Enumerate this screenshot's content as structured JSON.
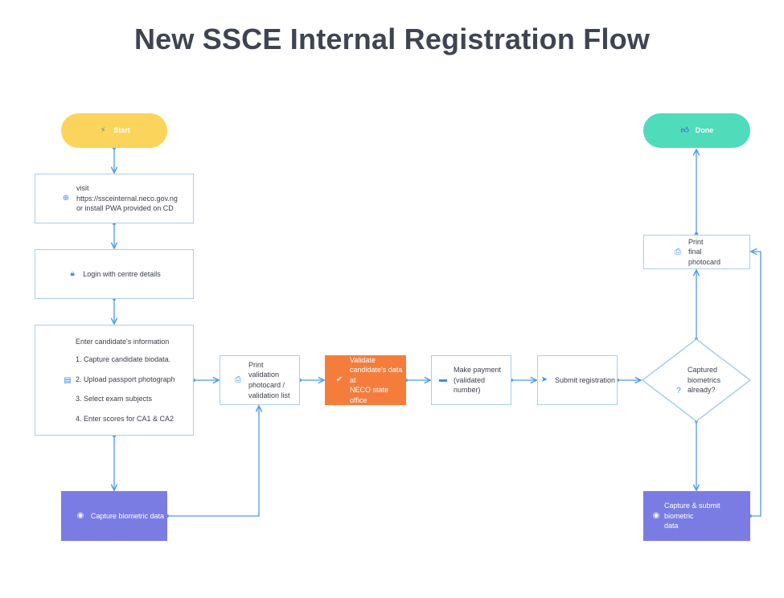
{
  "title": "New SSCE Internal Registration Flow",
  "colors": {
    "edge": "#4e9ae6",
    "box_border": "#a9cdea",
    "start": "#fbd45c",
    "done": "#4fdcbb",
    "biometric": "#7b7ce3",
    "validate": "#f57d3c"
  },
  "nodes": {
    "start": {
      "label": "Start",
      "icon": "bolt-icon"
    },
    "visit": {
      "lines": [
        "visit",
        "https://ssceinternal.neco.gov.ng",
        "or install PWA provided on CD"
      ],
      "icon": "globe-icon"
    },
    "login": {
      "label": "Login with centre details",
      "icon": "lock-icon"
    },
    "enter_info": {
      "heading": "Enter candidate's information",
      "items": [
        "1. Capture candidate biodata.",
        "2. Upload passport photograph",
        "3. Select exam subjects",
        "4. Enter scores for CA1 & CA2"
      ],
      "icon": "form-icon"
    },
    "capture_bio": {
      "label": "Capture biometric data",
      "icon": "fingerprint-icon"
    },
    "print_validation": {
      "lines": [
        "Print",
        "validation",
        "photocard /",
        "validation list"
      ],
      "icon": "printer-icon"
    },
    "validate": {
      "lines": [
        "Validate",
        "candidate's data at",
        "NECO state office"
      ],
      "icon": "check-icon"
    },
    "payment": {
      "lines": [
        "Make payment",
        "(validated number)"
      ],
      "icon": "card-icon"
    },
    "submit": {
      "label": "Submit registration",
      "icon": "send-icon"
    },
    "decision": {
      "lines": [
        "Captured",
        "biometrics",
        "already?"
      ],
      "icon": "question-icon"
    },
    "capture_submit_bio": {
      "lines": [
        "Capture & submit biometric",
        "data"
      ],
      "icon": "fingerprint-icon"
    },
    "print_final": {
      "lines": [
        "Print",
        "final",
        "photocard"
      ],
      "icon": "printer-icon"
    },
    "done": {
      "label": "Done",
      "icon": "thumbs-up-icon"
    }
  }
}
